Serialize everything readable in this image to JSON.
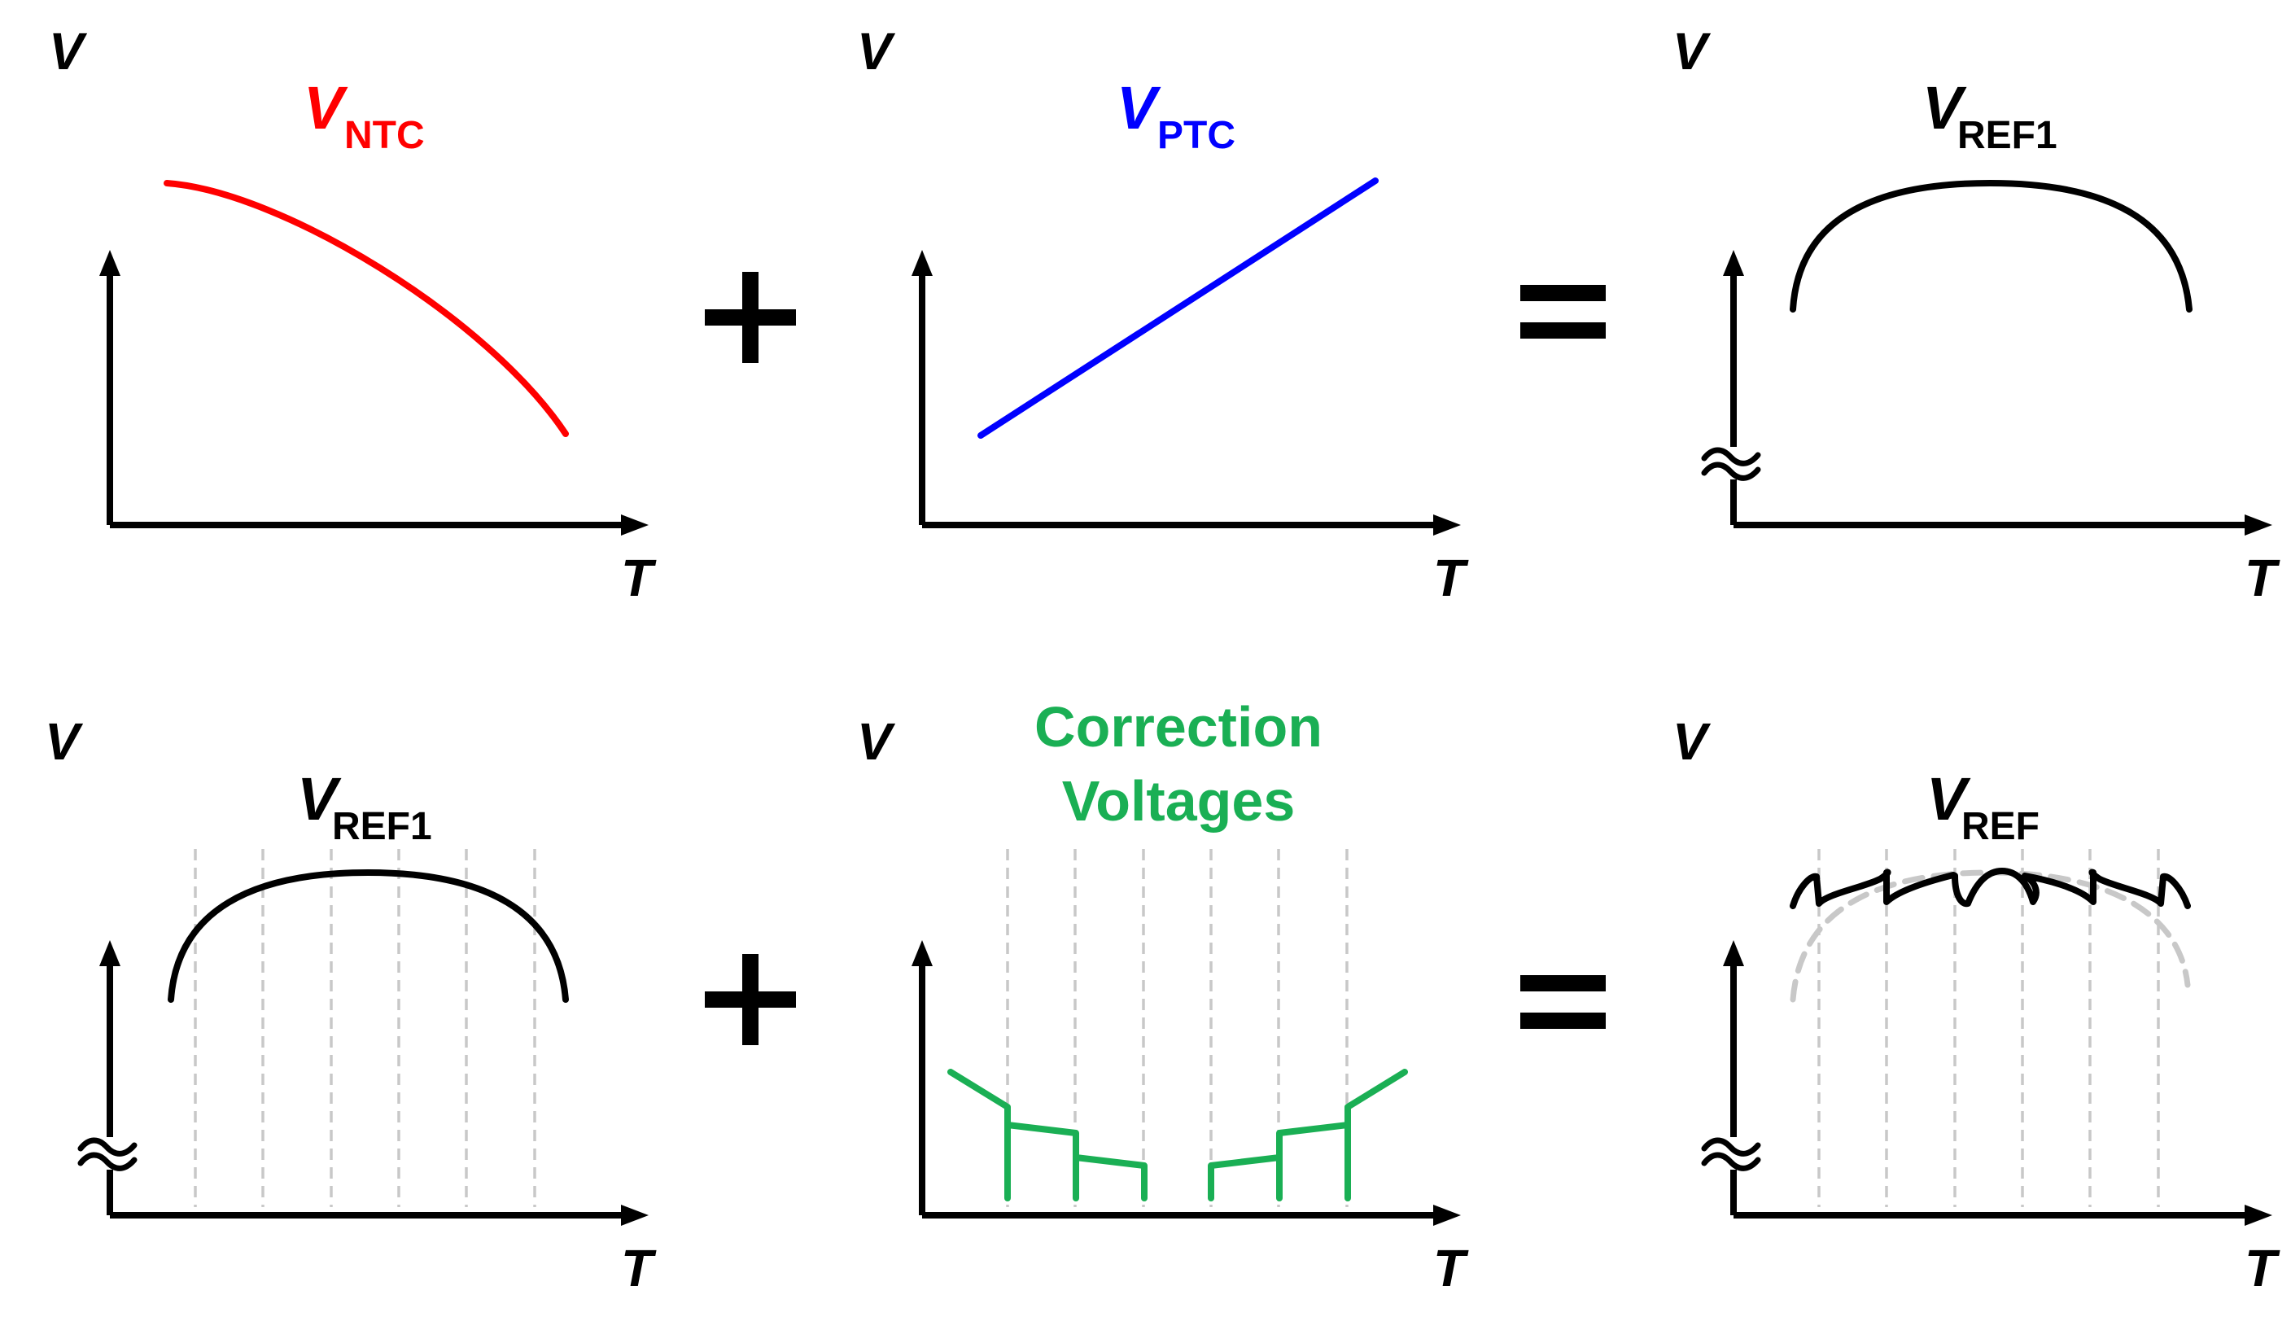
{
  "axes": {
    "y_label": "V",
    "x_label": "T"
  },
  "colors": {
    "ntc": "#ff0000",
    "ptc": "#0000ff",
    "reference": "#000000",
    "correction": "#1aaf54",
    "ghost_curve": "#c8c8c8",
    "axis": "#000000"
  },
  "panels": {
    "ntc": {
      "main": "V",
      "sub": "NTC"
    },
    "ptc": {
      "main": "V",
      "sub": "PTC"
    },
    "vref1_top": {
      "main": "V",
      "sub": "REF1"
    },
    "vref1_bottom": {
      "main": "V",
      "sub": "REF1"
    },
    "correction": {
      "line1": "Correction",
      "line2": "Voltages"
    },
    "vref": {
      "main": "V",
      "sub": "REF"
    }
  },
  "operators": {
    "plus": "+",
    "equals": "="
  }
}
